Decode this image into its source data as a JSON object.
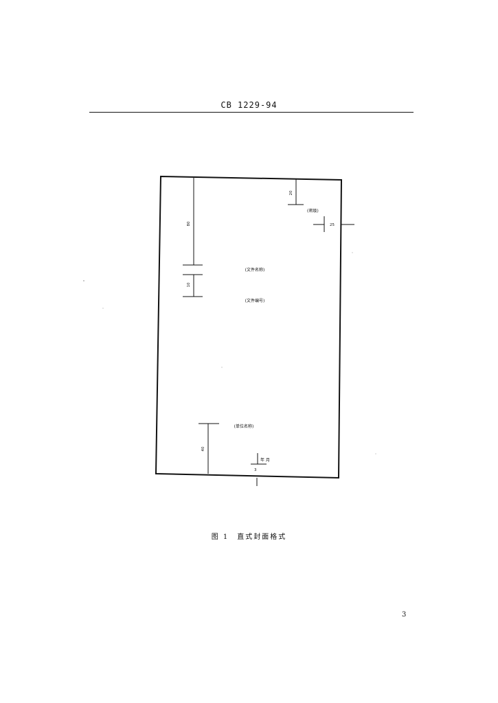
{
  "header": {
    "doc_code": "CB 1229-94"
  },
  "figure": {
    "labels": {
      "secret_level": "(密级)",
      "doc_name": "(文件名称)",
      "doc_number": "(文件编号)",
      "unit_name": "(单位名称)",
      "year_month": "年 月"
    },
    "dimensions": {
      "top_right": "20",
      "right_margin": "25",
      "left_top": "80",
      "left_gap": "10",
      "bottom_left": "40",
      "bottom_center": "3"
    },
    "caption": "图 1　直式封面格式"
  },
  "page_number": "3"
}
